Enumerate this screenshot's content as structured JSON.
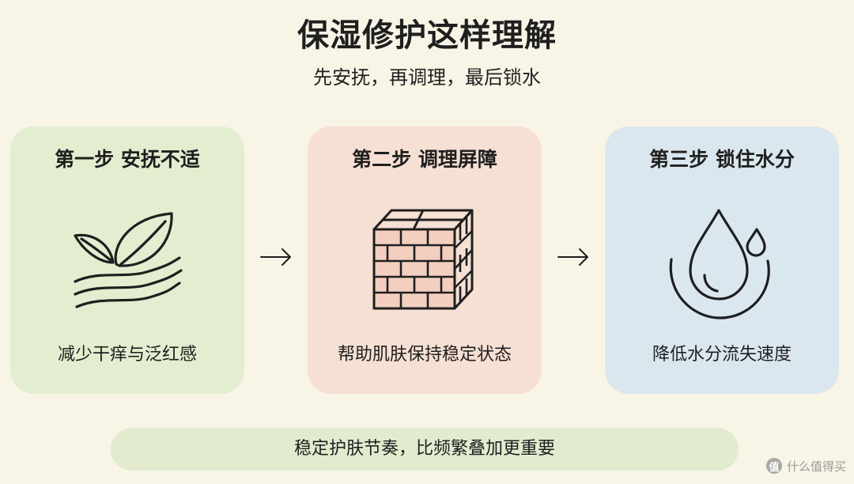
{
  "header": {
    "title": "保湿修护这样理解",
    "subtitle": "先安抚，再调理，最后锁水"
  },
  "steps": [
    {
      "title": "第一步 安抚不适",
      "description": "减少干痒与泛红感",
      "icon": "leaf-wave-icon",
      "color": "#e3edcf"
    },
    {
      "title": "第二步 调理屏障",
      "description": "帮助肌肤保持稳定状态",
      "icon": "brick-wall-icon",
      "color": "#f6dfd3"
    },
    {
      "title": "第三步 锁住水分",
      "description": "降低水分流失速度",
      "icon": "water-drop-icon",
      "color": "#dbe7ee"
    }
  ],
  "arrows": [
    "arrow-right-icon",
    "arrow-right-icon"
  ],
  "footer": {
    "note": "稳定护肤节奏，比频繁叠加更重要"
  },
  "watermark": {
    "logo": "值",
    "text": "什么值得买"
  }
}
